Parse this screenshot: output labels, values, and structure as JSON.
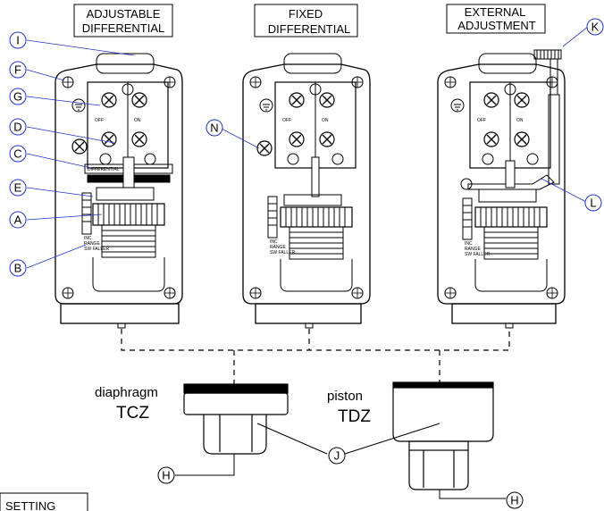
{
  "headers": {
    "adjustable": [
      "ADJUSTABLE",
      "DIFFERENTIAL"
    ],
    "fixed": [
      "FIXED",
      "DIFFERENTIAL"
    ],
    "external": [
      "EXTERNAL",
      "ADJUSTMENT"
    ]
  },
  "callouts": {
    "I": "I",
    "F": "F",
    "G": "G",
    "D": "D",
    "C": "C",
    "E": "E",
    "A": "A",
    "B": "B",
    "N": "N",
    "K": "K",
    "L": "L",
    "J": "J",
    "H1": "H",
    "H2": "H"
  },
  "sensors": {
    "diaphragm_word": "diaphragm",
    "diaphragm_model": "TCZ",
    "piston_word": "piston",
    "piston_model": "TDZ"
  },
  "terminal_marks": {
    "on": "ON",
    "off": "OFF"
  },
  "plate_text": "DIFFERENTIAL",
  "scale_marks": {
    "inc": "INC",
    "range": "RANGE",
    "pos": "SW FALLER"
  },
  "setting_label": "SETTING",
  "colors": {
    "line": "#000000",
    "callout_line": "#2233cc"
  }
}
